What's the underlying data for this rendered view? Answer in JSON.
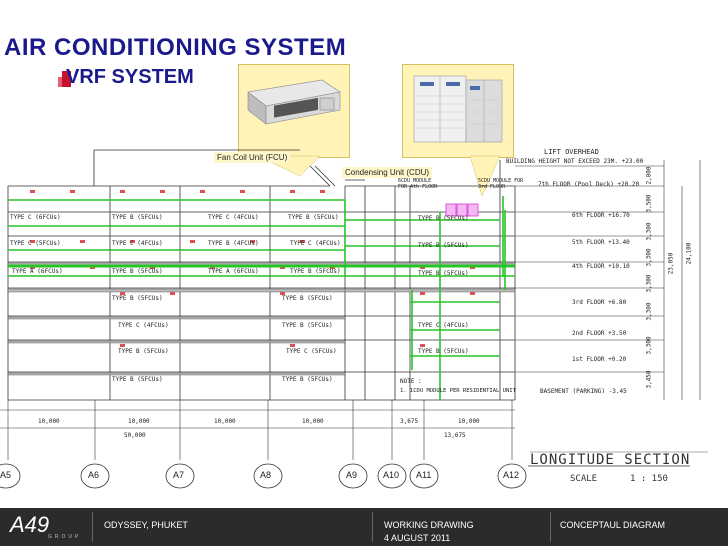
{
  "title": "AIR CONDITIONING SYSTEM",
  "subtitle": "VRF SYSTEM",
  "callouts": {
    "fcu": "Fan Coil Unit (FCU)",
    "cdu": "Condensing Unit (CDU)"
  },
  "drawing": {
    "lift_overhead": "LIFT OVERHEAD",
    "height_note": "BUILDING HEIGHT NOT EXCEED 23M. +23.00",
    "module_note_1": "6CDU MODULE FOR 4th FLOOR",
    "module_note_2": "5CDU MODULE FOR 3rd FLOOR",
    "floors": [
      {
        "label": "7th FLOOR (Pool Deck) +20.20"
      },
      {
        "label": "6th FLOOR +16.70"
      },
      {
        "label": "5th FLOOR +13.40"
      },
      {
        "label": "4th FLOOR +10.10"
      },
      {
        "label": "3rd FLOOR +6.80"
      },
      {
        "label": "2nd FLOOR +3.50"
      },
      {
        "label": "1st FLOOR +0.20"
      },
      {
        "label": "BASEMENT (PARKING) -3.45"
      }
    ],
    "dims_right": [
      "2,800",
      "3,500",
      "3,300",
      "3,300",
      "3,300",
      "3,300",
      "3,300",
      "3,450"
    ],
    "dims_total": [
      "23,050",
      "24,100"
    ],
    "unit_labels": [
      "TYPE C (6FCUs)",
      "TYPE B (5FCUs)",
      "TYPE C (4FCUs)",
      "TYPE B (5FCUs)",
      "TYPE C (5FCUs)",
      "TYPE C (4FCUs)",
      "TYPE B (4FCUs)",
      "TYPE C (4FCUs)",
      "TYPE A (6FCUs)",
      "TYPE B (5FCUs)",
      "TYPE A (6FCUs)",
      "TYPE B (5FCUs)",
      "TYPE B (5FCUs)",
      "TYPE B (5FCUs)",
      "TYPE C (4FCUs)",
      "TYPE B (5FCUs)",
      "TYPE B (5FCUs)",
      "TYPE C (5FCUs)",
      "TYPE B (5FCUs)",
      "TYPE B (5FCUs)",
      "TYPE B (5FCUs)",
      "TYPE B (5FCUs)",
      "TYPE B (5FCUs)",
      "TYPE C (4FCUs)",
      "TYPE B (5FCUs)"
    ],
    "note_title": "NOTE :",
    "note_text": "1. 1CDU MODULE PER RESIDENTIAL UNIT",
    "bottom_dims": [
      "10,000",
      "10,000",
      "10,000",
      "10,000",
      "3,675",
      "10,000"
    ],
    "bottom_totals": [
      "50,000",
      "13,675"
    ],
    "grid_labels": [
      "A5",
      "A6",
      "A7",
      "A8",
      "A9",
      "A10",
      "A11",
      "A12"
    ],
    "section_title": "LONGITUDE SECTION",
    "scale_label": "SCALE",
    "scale_value": "1 : 150"
  },
  "footer": {
    "logo": "A49",
    "logo_sub": "GROUP",
    "project": "ODYSSEY, PHUKET",
    "doc_type": "WORKING DRAWING",
    "date": "4 AUGUST 2011",
    "diagram_type": "CONCEPTAUL DIAGRAM"
  },
  "colors": {
    "title": "#1a1a8c",
    "bullet": "#c8102e",
    "callout_bg": "#fff3b8",
    "pipe_green": "#27c427",
    "cdu_magenta": "#d23ad2",
    "footer_bg": "#2b2b2b"
  }
}
